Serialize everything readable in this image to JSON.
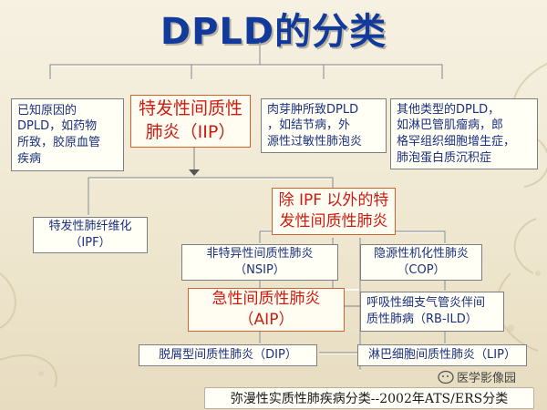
{
  "title": "DPLD的分类",
  "boxes": {
    "known_causes": "已知原因的\nDPLD，如药物\n所致，胶原血管\n疾病",
    "iip": "特发性间质性\n肺炎（IIP）",
    "granulomatous": "肉芽肿所致DPLD\n，如结节病，外\n源性过敏性肺泡炎",
    "other_types": "其他类型的DPLD，\n如淋巴管肌瘤病，郎\n格罕组织细胞增生症，\n肺泡蛋白质沉积症",
    "ipf": "特发性肺纤维化\n（IPF）",
    "non_ipf": "除 IPF 以外的特\n发性间质性肺炎",
    "nsip": "非特异性间质性肺炎\n（NSIP）",
    "cop": "隐源性机化性肺炎\n（COP）",
    "aip": "急性间质性肺炎\n（AIP）",
    "rbild": "呼吸性细支气管炎伴间\n质性肺病（RB-ILD）",
    "dip": "脱屑型间质性肺炎（DIP）",
    "lip": "淋巴细胞间质性肺炎（LIP）"
  },
  "footer": "弥漫性实质性肺疾病分类--2002年ATS/ERS分类",
  "watermark": "医学影像园",
  "colors": {
    "title": "#123a9c",
    "box_text": "#1a2f7d",
    "highlight_text": "#cc1c12",
    "highlight_border": "#d0622e"
  }
}
